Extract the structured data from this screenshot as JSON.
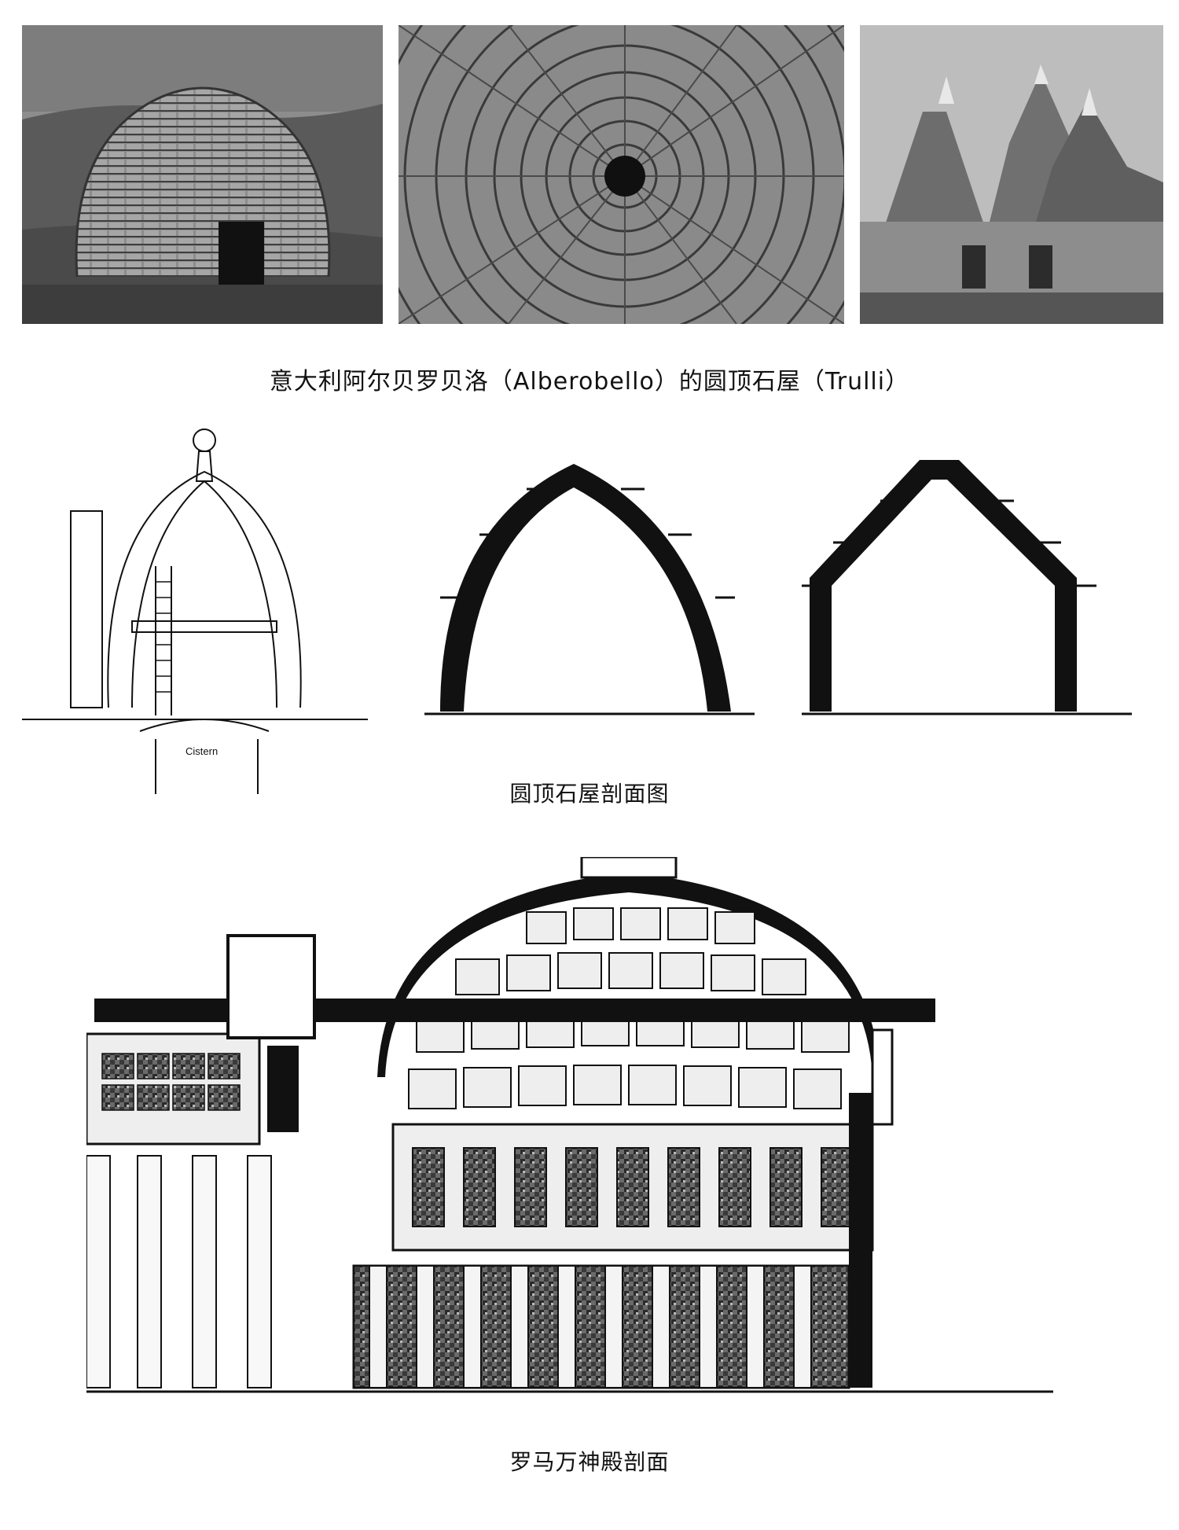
{
  "captions": {
    "photos": "意大利阿尔贝罗贝洛（Alberobello）的圆顶石屋（Trulli）",
    "sections": "圆顶石屋剖面图",
    "pantheon": "罗马万神殿剖面"
  },
  "drawing_labels": {
    "cistern": "Cistern"
  }
}
